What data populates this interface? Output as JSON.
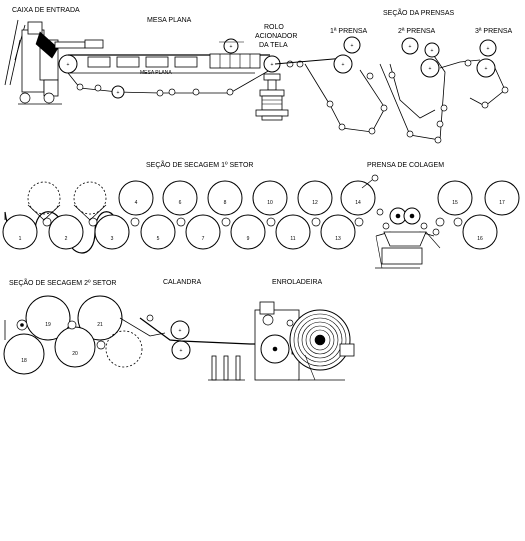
{
  "labels": {
    "caixa_entrada": "CAIXA DE ENTRADA",
    "mesa_plana": "MESA PLANA",
    "mesa_plana_inner": "MESA PLANA",
    "rolo_l1": "ROLO",
    "rolo_l2": "ACIONADOR",
    "rolo_l3": "DA TELA",
    "secao_prensas": "SEÇÃO DA PRENSAS",
    "prensa1": "1ª PRENSA",
    "prensa2": "2ª PRENSA",
    "prensa3": "3ª PRENSA",
    "secagem1": "SEÇÃO DE SECAGEM 1º SETOR",
    "prensa_colagem": "PRENSA DE COLAGEM",
    "secagem2": "SEÇÃO DE SECAGEM 2º SETOR",
    "calandra": "CALANDRA",
    "enroladeira": "ENROLADEIRA"
  },
  "dryer_numbers_1": [
    "1",
    "2",
    "3",
    "4",
    "5",
    "6",
    "7",
    "8",
    "9",
    "10",
    "11",
    "12",
    "13",
    "14",
    "15",
    "16",
    "17"
  ],
  "dryer_numbers_2": [
    "18",
    "19",
    "20",
    "21"
  ]
}
